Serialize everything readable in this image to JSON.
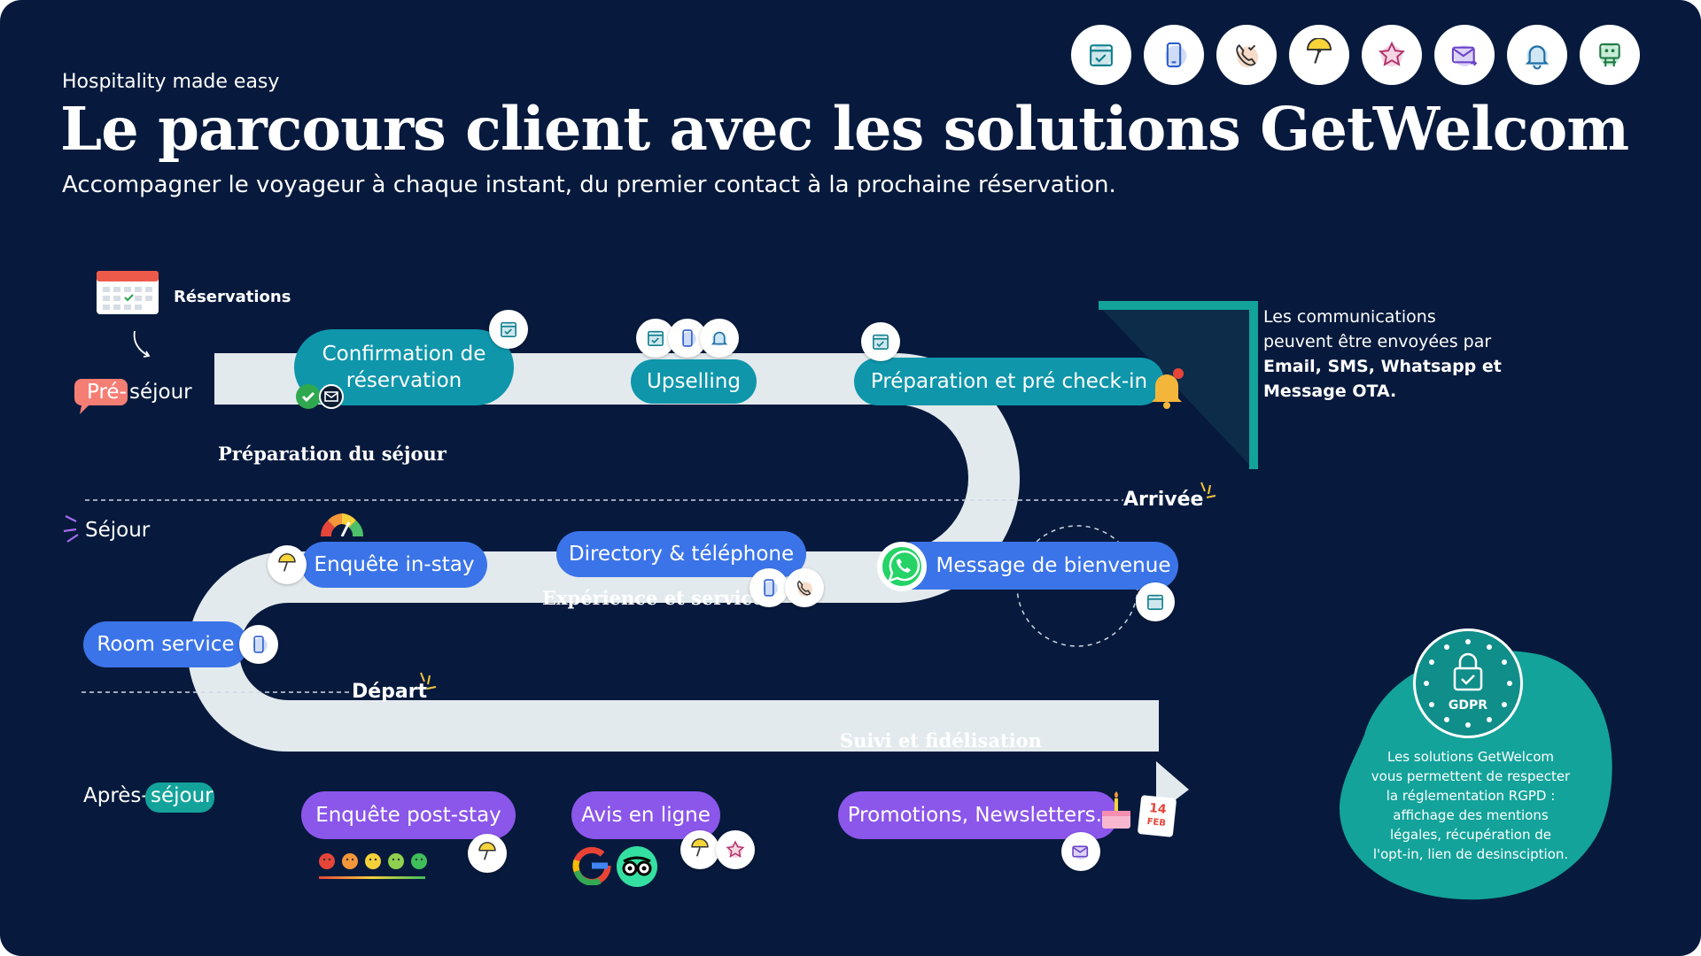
{
  "header": {
    "tagline": "Hospitality made easy",
    "title": "Le parcours client avec les solutions GetWelcom",
    "subtitle": "Accompagner le voyageur à chaque instant, du premier contact à la prochaine réservation."
  },
  "top_icons": [
    "calendar-icon",
    "phone-icon",
    "call-icon",
    "survey-icon",
    "star-icon",
    "email-icon",
    "bell-icon",
    "kiosk-icon"
  ],
  "reservations_label": "Réservations",
  "phases": {
    "pre_a": "Pré-",
    "pre_b": "séjour",
    "sejour": "Séjour",
    "apres_a": "Après-",
    "apres_b": "séjour"
  },
  "markers": {
    "arrivee": "Arrivée",
    "depart": "Départ"
  },
  "section_labels": {
    "preparation": "Préparation du séjour",
    "experience": "Expérience et services",
    "suivi": "Suivi et fidélisation"
  },
  "steps": {
    "confirmation_l1": "Confirmation de",
    "confirmation_l2": "réservation",
    "upselling": "Upselling",
    "precheckin": "Préparation et pré check-in",
    "enquete_instay": "Enquête in-stay",
    "directory": "Directory & téléphone",
    "bienvenue": "Message de bienvenue",
    "room_service": "Room service",
    "enquete_poststay": "Enquête post-stay",
    "avis": "Avis en ligne",
    "promotions": "Promotions, Newsletters.."
  },
  "communications": {
    "line1": "Les communications",
    "line2": "peuvent être envoyées par",
    "line3": "Email, SMS, Whatsapp et",
    "line4": "Message OTA."
  },
  "gdpr": {
    "badge": "GDPR",
    "lines": [
      "Les solutions GetWelcom",
      "vous permettent de respecter",
      "la réglementation RGPD :",
      "affichage des mentions",
      "légales, récupération de",
      "l'opt-in, lien de desinsciption."
    ]
  },
  "calendar_badge": {
    "day": "14",
    "month": "FEB"
  },
  "colors": {
    "background": "#071a3d",
    "road": "#e3eaee",
    "teal": "#0f96ab",
    "blue": "#3b74e8",
    "purple": "#8b56ea",
    "gdpr": "#13a39a"
  }
}
